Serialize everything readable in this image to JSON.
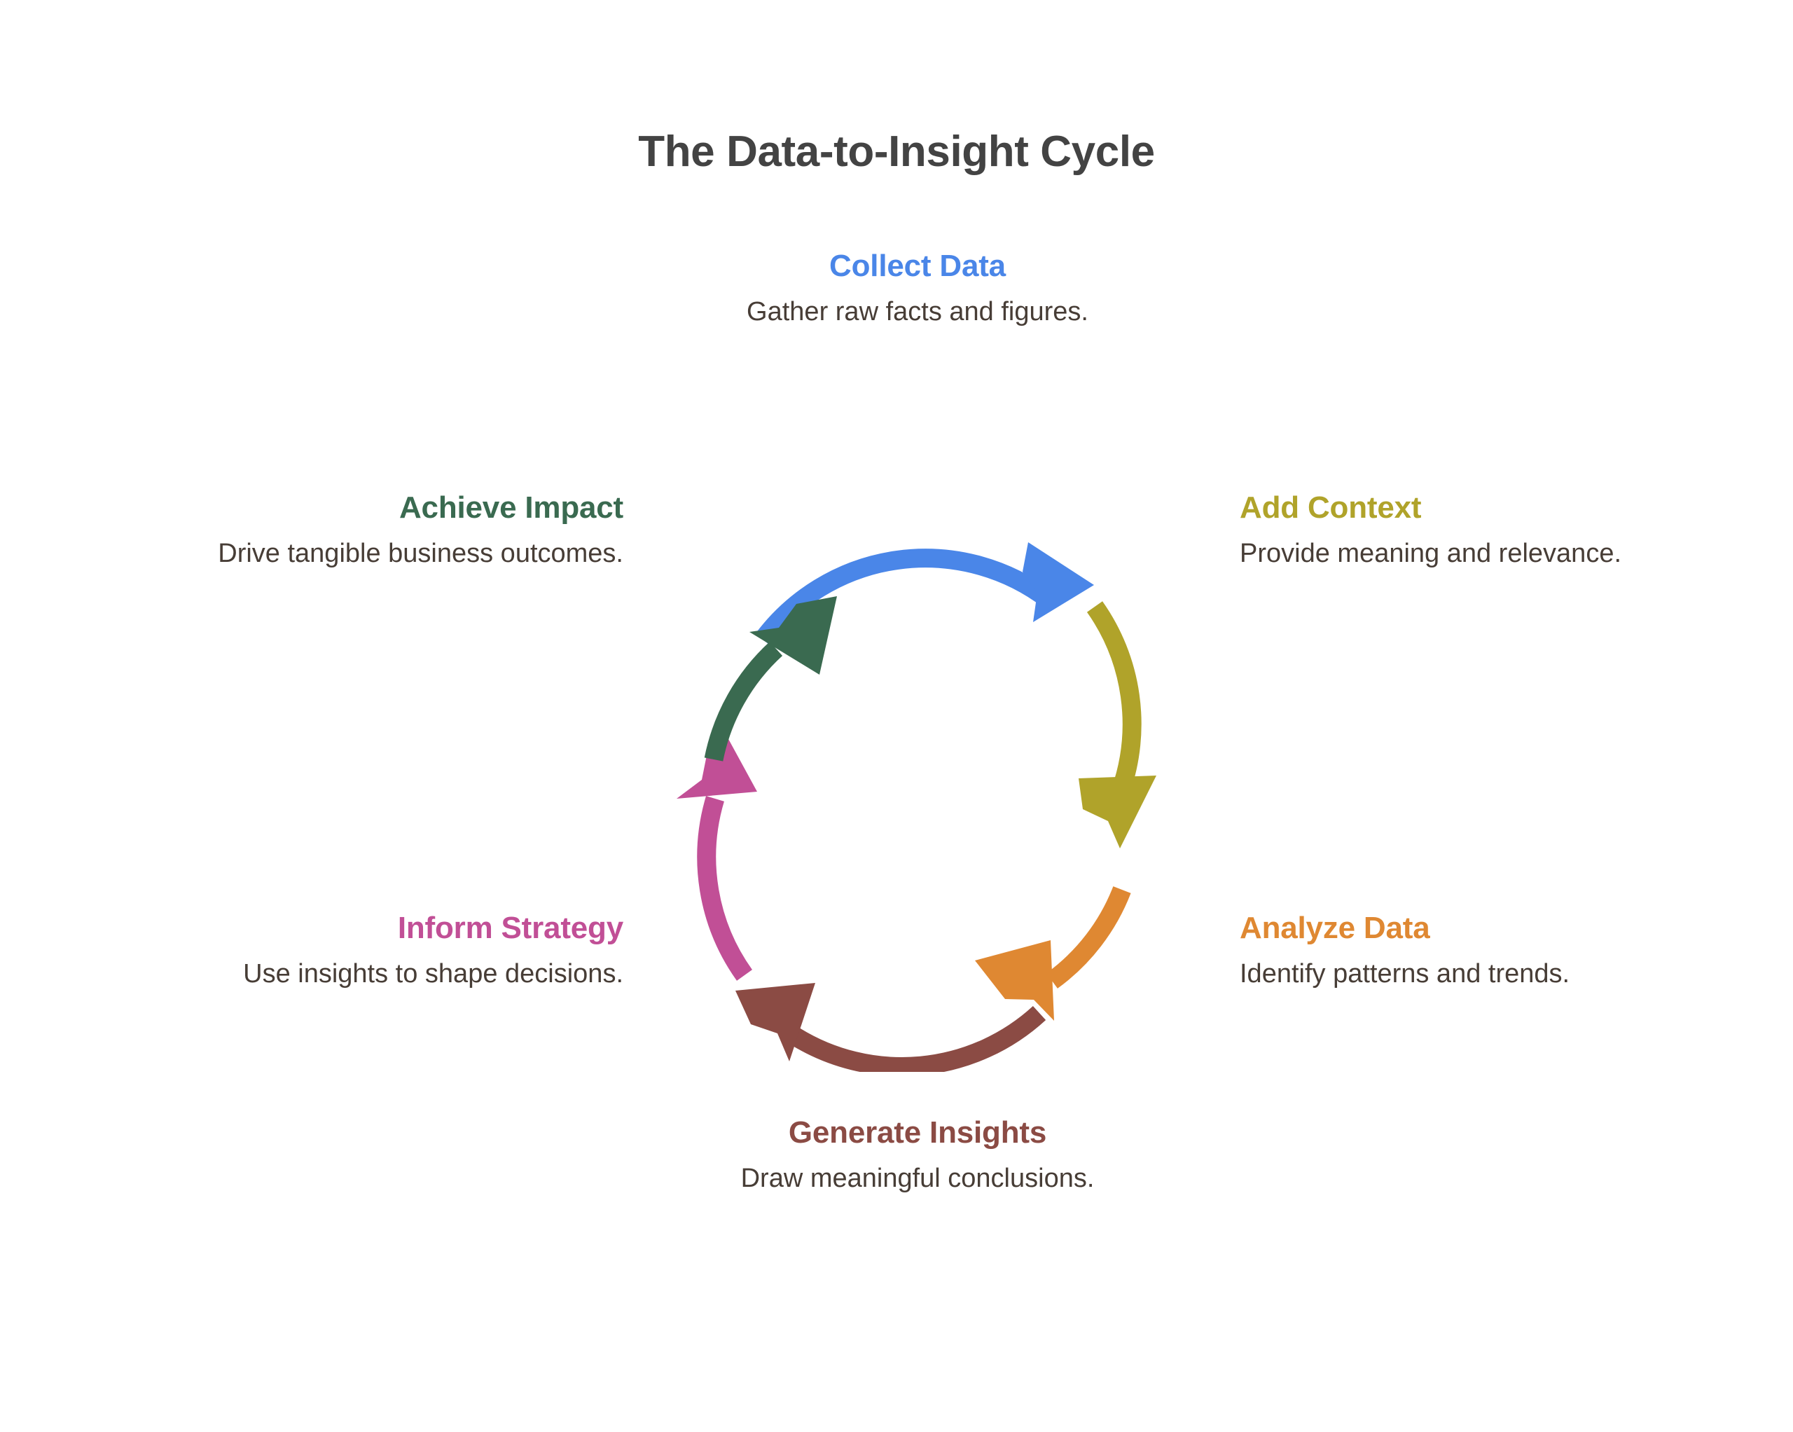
{
  "title": "The Data-to-Insight Cycle",
  "background_color": "#ffffff",
  "title_color": "#434343",
  "description_color": "#473d36",
  "chart_data": {
    "type": "diagram",
    "diagram_kind": "cyclical-process",
    "title": "The Data-to-Insight Cycle",
    "step_count": 6,
    "direction": "clockwise",
    "steps": [
      {
        "label": "Collect Data",
        "description": "Gather raw facts and figures.",
        "color": "#4a86e8",
        "position": "top",
        "angle_deg": 270
      },
      {
        "label": "Add Context",
        "description": "Provide meaning and relevance.",
        "color": "#b0a32a",
        "position": "upper-right",
        "angle_deg": 330
      },
      {
        "label": "Analyze Data",
        "description": "Identify patterns and trends.",
        "color": "#df8832",
        "position": "lower-right",
        "angle_deg": 30
      },
      {
        "label": "Generate Insights",
        "description": "Draw meaningful conclusions.",
        "color": "#8b4b44",
        "position": "bottom",
        "angle_deg": 90
      },
      {
        "label": "Inform Strategy",
        "description": "Use insights to shape decisions.",
        "color": "#c14f96",
        "position": "lower-left",
        "angle_deg": 150
      },
      {
        "label": "Achieve Impact",
        "description": "Drive tangible business outcomes.",
        "color": "#3a6a50",
        "position": "upper-left",
        "angle_deg": 210
      }
    ]
  },
  "steps": {
    "collect_data": {
      "label": "Collect Data",
      "description": "Gather raw facts and figures.",
      "color": "#4a86e8"
    },
    "add_context": {
      "label": "Add Context",
      "description": "Provide meaning and relevance.",
      "color": "#b0a32a"
    },
    "analyze_data": {
      "label": "Analyze Data",
      "description": "Identify patterns and trends.",
      "color": "#df8832"
    },
    "generate_insights": {
      "label": "Generate Insights",
      "description": "Draw meaningful conclusions.",
      "color": "#8b4b44"
    },
    "inform_strategy": {
      "label": "Inform Strategy",
      "description": "Use insights to shape decisions.",
      "color": "#c14f96"
    },
    "achieve_impact": {
      "label": "Achieve Impact",
      "description": "Drive tangible business outcomes.",
      "color": "#3a6a50"
    }
  },
  "arrows": [
    {
      "name": "arrow-collect-to-context",
      "color": "#4a86e8"
    },
    {
      "name": "arrow-context-to-analyze",
      "color": "#b0a32a"
    },
    {
      "name": "arrow-analyze-to-insights",
      "color": "#df8832"
    },
    {
      "name": "arrow-insights-to-strategy",
      "color": "#8b4b44"
    },
    {
      "name": "arrow-strategy-to-impact",
      "color": "#c14f96"
    },
    {
      "name": "arrow-impact-to-collect",
      "color": "#3a6a50"
    }
  ]
}
